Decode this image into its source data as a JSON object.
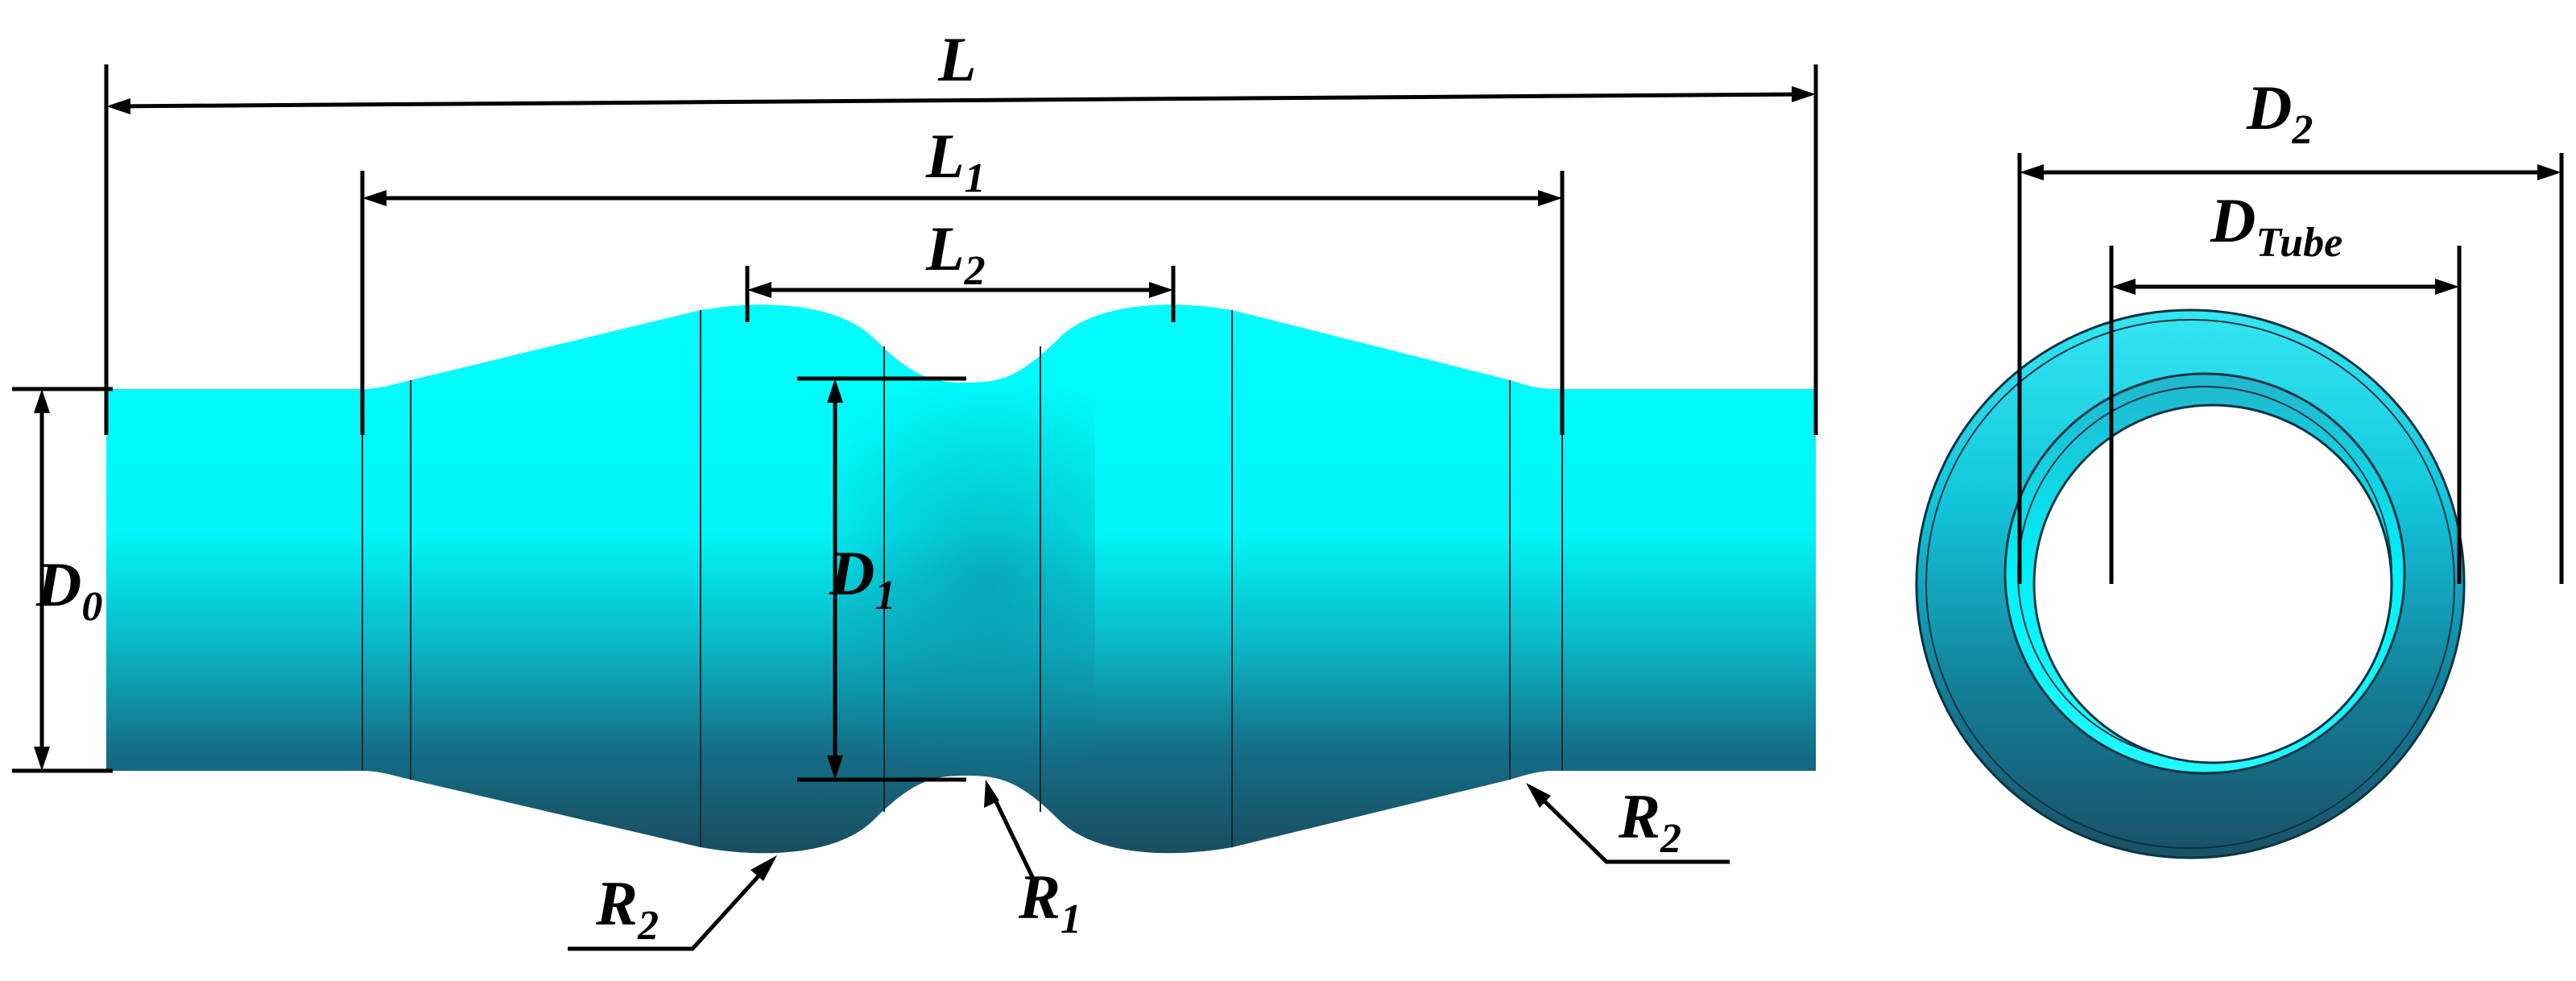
{
  "labels": {
    "L": {
      "main": "L",
      "sub": ""
    },
    "L1": {
      "main": "L",
      "sub": "1"
    },
    "L2": {
      "main": "L",
      "sub": "2"
    },
    "D0": {
      "main": "D",
      "sub": "0"
    },
    "D1": {
      "main": "D",
      "sub": "1"
    },
    "D2": {
      "main": "D",
      "sub": "2"
    },
    "DTube": {
      "main": "D",
      "sub": "Tube"
    },
    "R1": {
      "main": "R",
      "sub": "1"
    },
    "R2_left": {
      "main": "R",
      "sub": "2"
    },
    "R2_right": {
      "main": "R",
      "sub": "2"
    }
  },
  "colors": {
    "tube_top": "#00ffff",
    "tube_bottom": "#10566a",
    "line": "#000000",
    "background": "#ffffff"
  }
}
